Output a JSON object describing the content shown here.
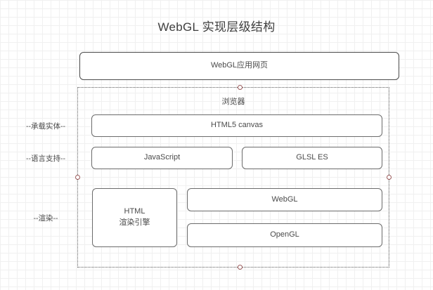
{
  "diagram": {
    "title": "WebGL 实现层级结构",
    "type": "layered-architecture",
    "top_node": {
      "label": "WebGL应用网页"
    },
    "container": {
      "label": "浏览器",
      "border_style": "dotted",
      "selected": true
    },
    "layer_labels": [
      {
        "id": "carrier",
        "label": "--承载实体--"
      },
      {
        "id": "language",
        "label": "--语言支持--"
      },
      {
        "id": "render",
        "label": "--渲染--"
      }
    ],
    "nodes": [
      {
        "id": "html5-canvas",
        "label": "HTML5 canvas",
        "layer": "carrier"
      },
      {
        "id": "javascript",
        "label": "JavaScript",
        "layer": "language"
      },
      {
        "id": "glsl-es",
        "label": "GLSL ES",
        "layer": "language"
      },
      {
        "id": "html-render-engine",
        "label": "HTML\n渲染引擎",
        "line1": "HTML",
        "line2": "渲染引擎",
        "layer": "render"
      },
      {
        "id": "webgl",
        "label": "WebGL",
        "layer": "render"
      },
      {
        "id": "opengl",
        "label": "OpenGL",
        "layer": "render"
      }
    ],
    "colors": {
      "node_border": "#4a4a4a",
      "node_fill": "#ffffff",
      "text": "#4a4a4a",
      "container_border": "#5a5a5a",
      "handle_border": "#9b5a5a",
      "grid_minor": "#f0f0f0",
      "grid_major": "#e6e6e6",
      "background": "#ffffff"
    }
  }
}
